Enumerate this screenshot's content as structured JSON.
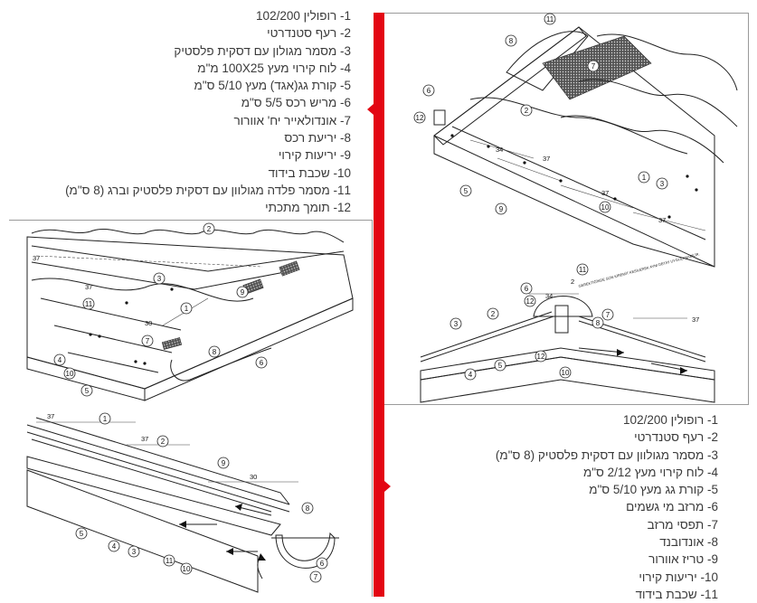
{
  "legend_top": [
    "1- רופולין 102/200",
    "2- רעף סטנדרטי",
    "3- מסמר מגולון עם דסקית פלסטיק",
    "4- לוח קירוי מעץ 100X25 מ\"מ",
    "5- קורת גג(אגד) מעץ 5/10 ס\"מ",
    "6- מריש רכס 5/5 ס\"מ",
    "7- אונדולאייר יח' אוורור",
    "8- יריעת רכס",
    "9- יריעות קירוי",
    "10- שכבת בידוד",
    "11- מסמר פלדה מגולוון עם דסקית פלסטיק וברג (8 ס\"מ)",
    "12- תומך מתכתי"
  ],
  "legend_bottom": [
    "1- רופולין 102/200",
    "2- רעף סטנדרטי",
    "3- מסמר מגולוון עם דסקית פלסטיק (8 ס\"מ)",
    "4- לוח קירוי מעץ 2/12 ס\"מ",
    "5- קורת גג מעץ 5/10 ס\"מ",
    "6- מרזב מי גשמים",
    "7- תפסי מרזב",
    "8- אונדובנד",
    "9- טריז אוורור",
    "10- יריעות קירוי",
    "11- שכבת בידוד"
  ],
  "dimensions": {
    "d37": "37",
    "d34": "34",
    "d30": "30",
    "d2": "2"
  },
  "ridge_note": "GEREKTİĞİNDE SON KİREMİT KESİLEREK AYNI DETAY UYGULANABİLİR.",
  "colors": {
    "accent": "#e30613"
  },
  "icons": {
    "up_arrow": "up-arrow-icon",
    "flow_arrow": "flow-arrow-icon"
  }
}
